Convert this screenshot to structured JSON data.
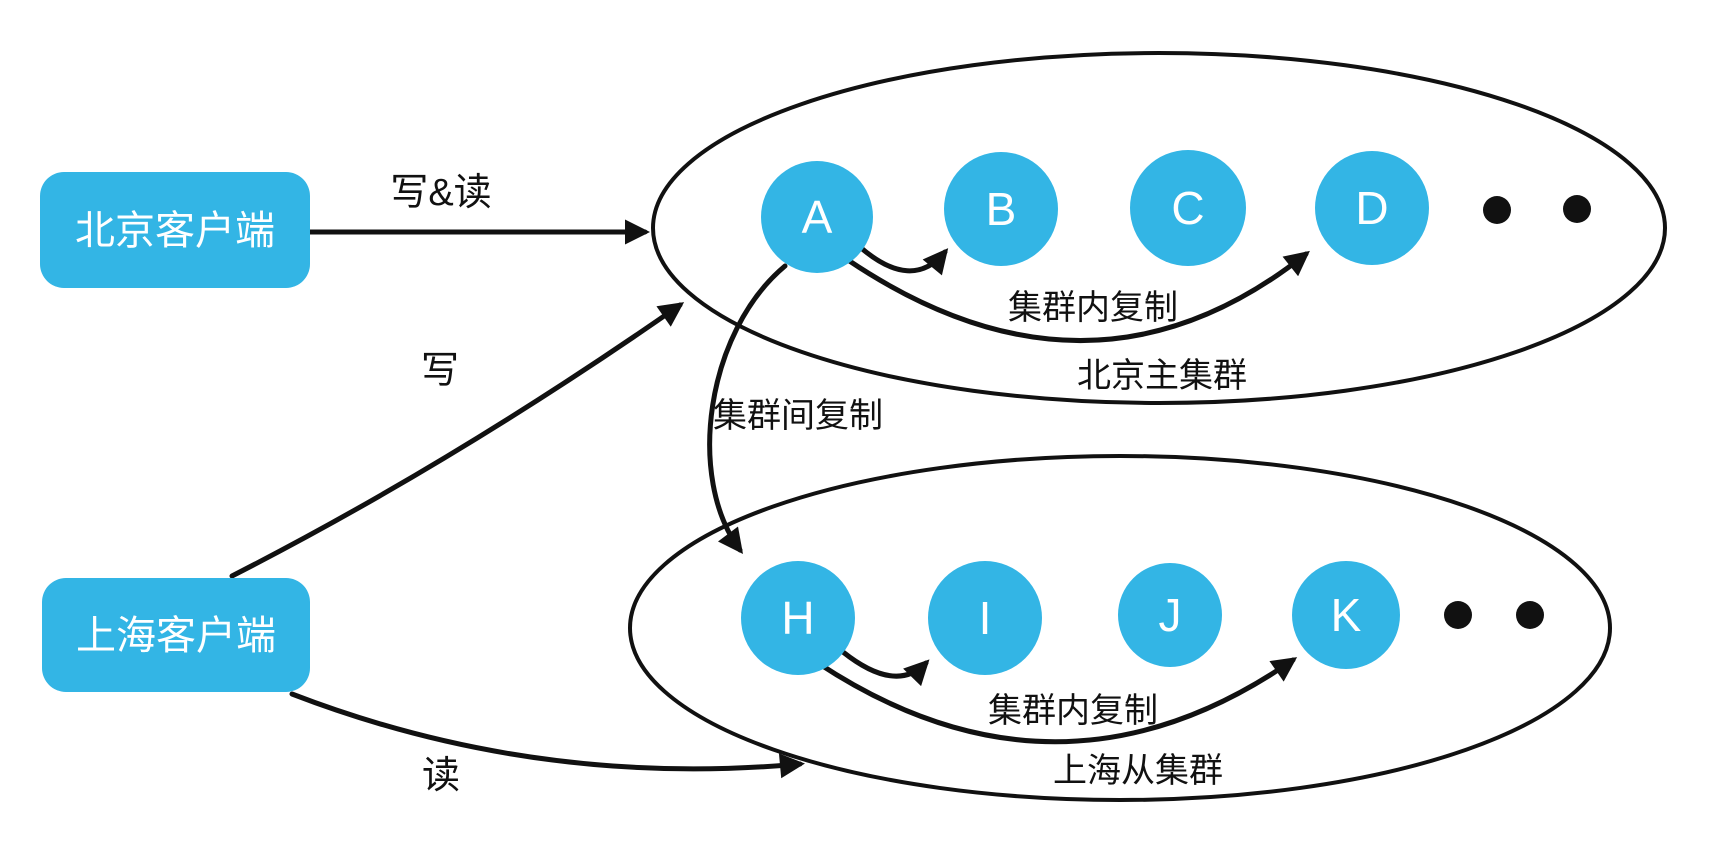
{
  "colors": {
    "accent": "#33b5e5",
    "line": "#111111",
    "node_text": "#ffffff"
  },
  "clients": {
    "beijing": {
      "label": "北京客户端"
    },
    "shanghai": {
      "label": "上海客户端"
    }
  },
  "clusters": {
    "beijing": {
      "name": "北京主集群",
      "intra_replication_label": "集群内复制",
      "nodes": [
        {
          "label": "A"
        },
        {
          "label": "B"
        },
        {
          "label": "C"
        },
        {
          "label": "D"
        }
      ],
      "more_nodes_indicator_count": 2
    },
    "shanghai": {
      "name": "上海从集群",
      "intra_replication_label": "集群内复制",
      "nodes": [
        {
          "label": "H"
        },
        {
          "label": "I"
        },
        {
          "label": "J"
        },
        {
          "label": "K"
        }
      ],
      "more_nodes_indicator_count": 2
    }
  },
  "edges": {
    "beijing_client_to_beijing_cluster": {
      "label": "写&读"
    },
    "shanghai_client_to_beijing_cluster": {
      "label": "写"
    },
    "shanghai_client_to_shanghai_cluster": {
      "label": "读"
    },
    "inter_cluster_replication": {
      "label": "集群间复制"
    }
  }
}
